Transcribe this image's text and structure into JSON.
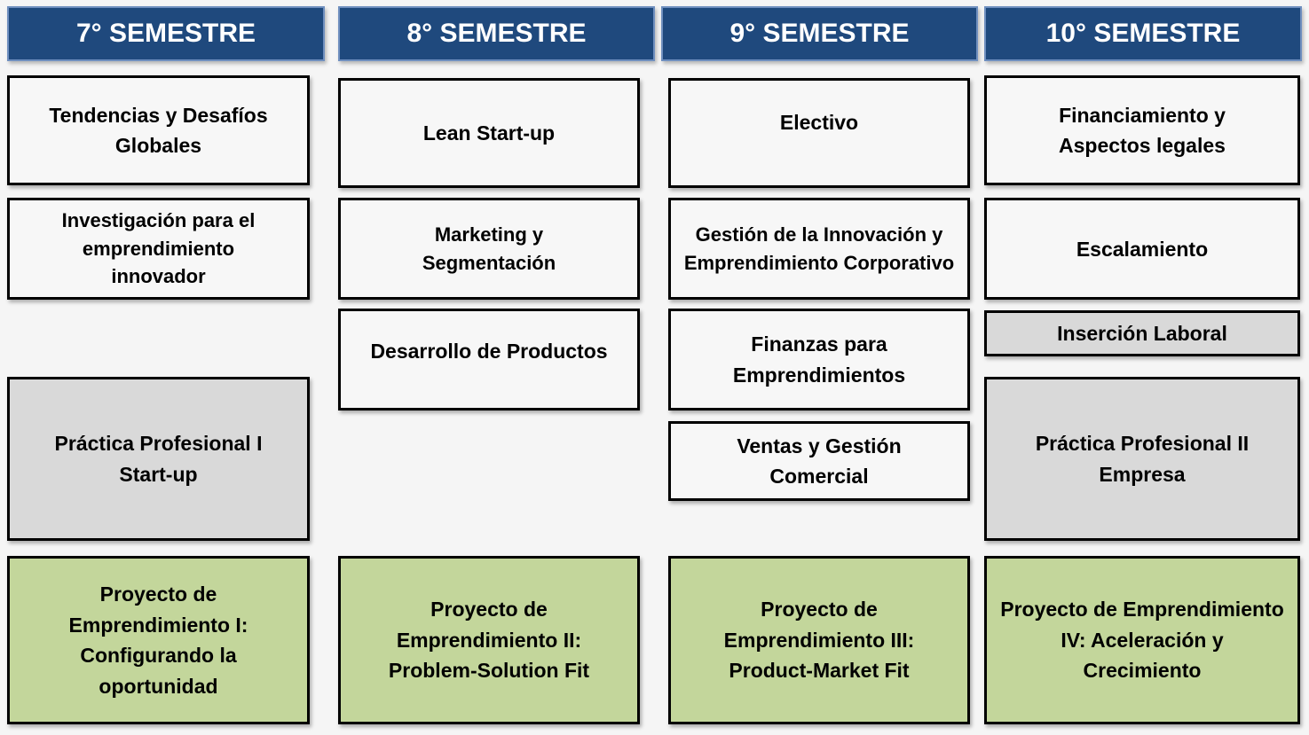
{
  "headers": [
    "7° SEMESTRE",
    "8° SEMESTRE",
    "9° SEMESTRE",
    "10° SEMESTRE"
  ],
  "colors": {
    "header": "#1f497d",
    "practice": "#d9d9d9",
    "project": "#c3d69b",
    "course": "#f7f7f7"
  },
  "sem7": {
    "c1": "Tendencias y Desafíos Globales",
    "c2": "Investigación para el emprendimiento innovador",
    "practice": "Práctica Profesional I Start-up",
    "project": "Proyecto de Emprendimiento I: Configurando la oportunidad"
  },
  "sem8": {
    "c1": "Lean Start-up",
    "c2": "Marketing y Segmentación",
    "c3": "Desarrollo de Productos",
    "project": "Proyecto de Emprendimiento II: Problem-Solution Fit"
  },
  "sem9": {
    "c1": "Electivo",
    "c2": "Gestión de la Innovación y Emprendimiento Corporativo",
    "c3": "Finanzas para Emprendimientos",
    "c4": "Ventas y Gestión Comercial",
    "project": "Proyecto de Emprendimiento III: Product-Market Fit"
  },
  "sem10": {
    "c1": "Financiamiento y Aspectos legales",
    "c2": "Escalamiento",
    "c3": "Inserción Laboral",
    "practice": "Práctica Profesional II Empresa",
    "project": "Proyecto de Emprendimiento IV: Aceleración y Crecimiento"
  }
}
